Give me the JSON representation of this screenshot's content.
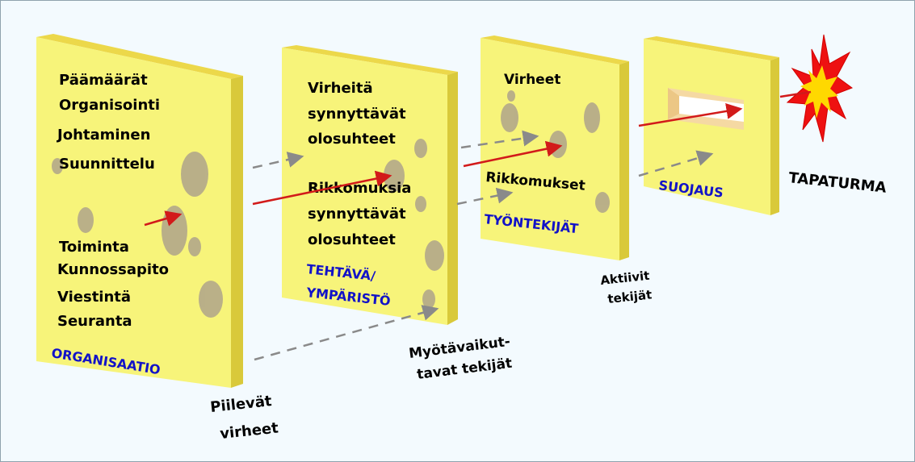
{
  "colors": {
    "panel_face": "#f7f47a",
    "panel_side": "#d9c93a",
    "panel_top": "#ecd84a",
    "hole": "#b3a88a",
    "active_arrow": "#d21a1a",
    "latent_arrow": "#8a8a8a",
    "category_label": "#1212c8",
    "text": "#000000",
    "background": "#f3fafe"
  },
  "panels": {
    "organisaatio": {
      "items_top": [
        "Päämäärät",
        "Organisointi",
        "Johtaminen",
        "Suunnittelu"
      ],
      "items_bottom": [
        "Toiminta",
        "Kunnossapito",
        "Viestintä",
        "Seuranta"
      ],
      "label": "ORGANISAATIO"
    },
    "tehtava": {
      "group1": [
        "Virheitä",
        "synnyttävät",
        "olosuhteet"
      ],
      "group2": [
        "Rikkomuksia",
        "synnyttävät",
        "olosuhteet"
      ],
      "label": [
        "TEHTÄVÄ/",
        "YMPÄRISTÖ"
      ]
    },
    "tyontekija": {
      "item1": "Virheet",
      "item2": "Rikkomukset",
      "label": "TYÖNTEKIJÄT"
    },
    "suojaus": {
      "label": "SUOJAUS"
    }
  },
  "annotations": {
    "piilevat": [
      "Piilevät",
      "virheet"
    ],
    "myotavaikuttavat": [
      "Myötävaikut-",
      "tavat tekijät"
    ],
    "aktiivit": [
      "Aktiivit",
      "tekijät"
    ],
    "tapaturma": "TAPATURMA"
  },
  "icons": {
    "explosion": "explosion-icon"
  }
}
